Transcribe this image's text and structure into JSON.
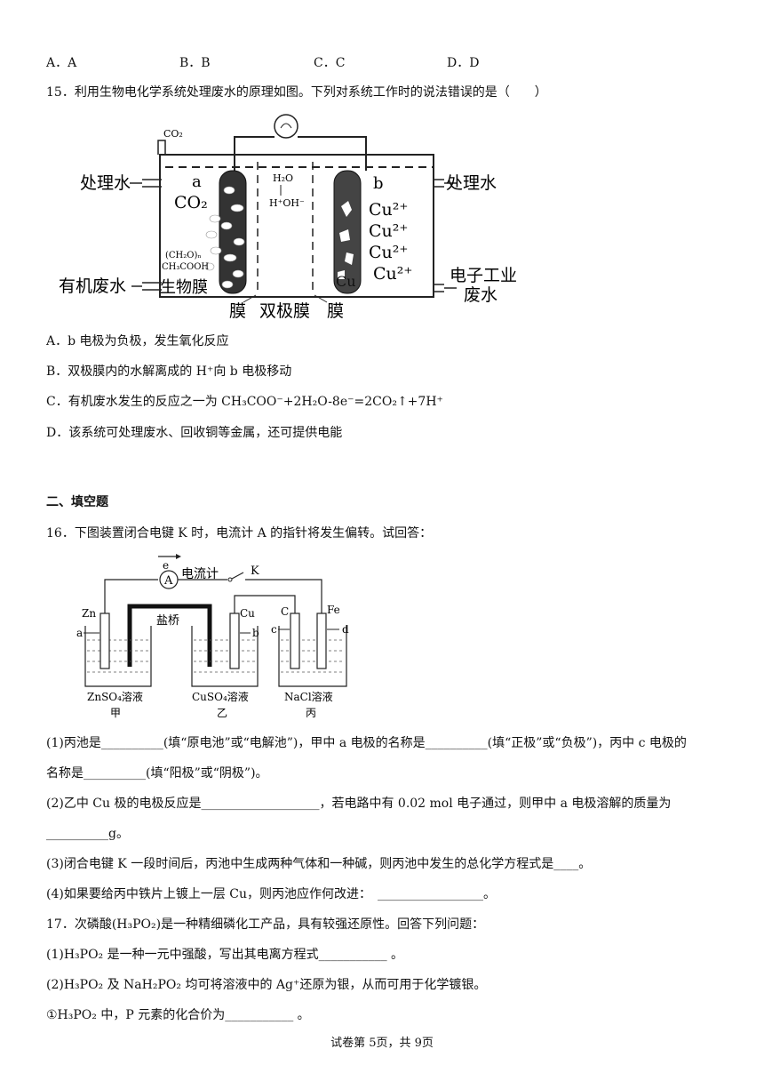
{
  "top_options": [
    "A．A",
    "B．B",
    "C．C",
    "D．D"
  ],
  "q15": {
    "stem": "15．利用生物电化学系统处理废水的原理如图。下列对系统工作时的说法错误的是（　　）",
    "figure": {
      "co2_top": "CO₂",
      "left_out": "处理水",
      "right_out": "处理水",
      "electrode_a": "a",
      "co2_label": "CO₂",
      "ch2o": "(CH₂O)ₙ",
      "ch3cooh": "CH₃COOH",
      "left_in": "有机废水",
      "bio_film": "生物膜",
      "h2o": "H₂O",
      "h_oh": "H⁺OH⁻",
      "electrode_b": "b",
      "cu_ions": [
        "Cu²⁺",
        "Cu²⁺",
        "Cu²⁺",
        "Cu²⁺"
      ],
      "cu_label": "Cu",
      "right_in_1": "电子工业",
      "right_in_2": "废水",
      "membrane_left": "膜",
      "bipolar": "双极膜",
      "membrane_right": "膜"
    },
    "options": {
      "A": "A．b 电极为负极，发生氧化反应",
      "B": "B．双极膜内的水解离成的 H⁺向 b 电极移动",
      "C": "C．有机废水发生的反应之一为 CH₃COO⁻+2H₂O-8e⁻=2CO₂↑+7H⁺",
      "D": "D．该系统可处理废水、回收铜等金属，还可提供电能"
    }
  },
  "section2": "二、填空题",
  "q16": {
    "stem": "16．下图装置闭合电键 K 时，电流计 A 的指针将发生偏转。试回答：",
    "figure": {
      "e": "e",
      "ammeter": "A",
      "ammeter_label": "电流计",
      "switch": "K",
      "zn": "Zn",
      "salt_bridge": "盐桥",
      "cu": "Cu",
      "c": "C",
      "fe": "Fe",
      "a": "a",
      "b": "b",
      "c_small": "c",
      "d": "d",
      "sol1": "ZnSO₄溶液",
      "sol2": "CuSO₄溶液",
      "sol3": "NaCl溶液",
      "name1": "甲",
      "name2": "乙",
      "name3": "丙"
    },
    "p1a": "(1)丙池是__________(填“原电池”或“电解池”)，甲中 a 电极的名称是__________(填“正极”或“负极”)，丙中 c 电极的",
    "p1b": "名称是__________(填“阳极”或“阴极”)。",
    "p2a": "(2)乙中 Cu 极的电极反应是___________________，若电路中有 0.02 mol 电子通过，则甲中 a 电极溶解的质量为",
    "p2b": "__________g。",
    "p3": "(3)闭合电键 K 一段时间后，丙池中生成两种气体和一种碱，则丙池中发生的总化学方程式是____。",
    "p4": "(4)如果要给丙中铁片上镀上一层 Cu，则丙池应作何改进：　_________________。"
  },
  "q17": {
    "stem": "17．次磷酸(H₃PO₂)是一种精细磷化工产品，具有较强还原性。回答下列问题：",
    "p1": "(1)H₃PO₂ 是一种一元中强酸，写出其电离方程式___________ 。",
    "p2": "(2)H₃PO₂ 及 NaH₂PO₂ 均可将溶液中的 Ag⁺还原为银，从而可用于化学镀银。",
    "p3": "①H₃PO₂ 中，P 元素的化合价为___________ 。"
  },
  "footer": "试卷第 5页，共 9页"
}
